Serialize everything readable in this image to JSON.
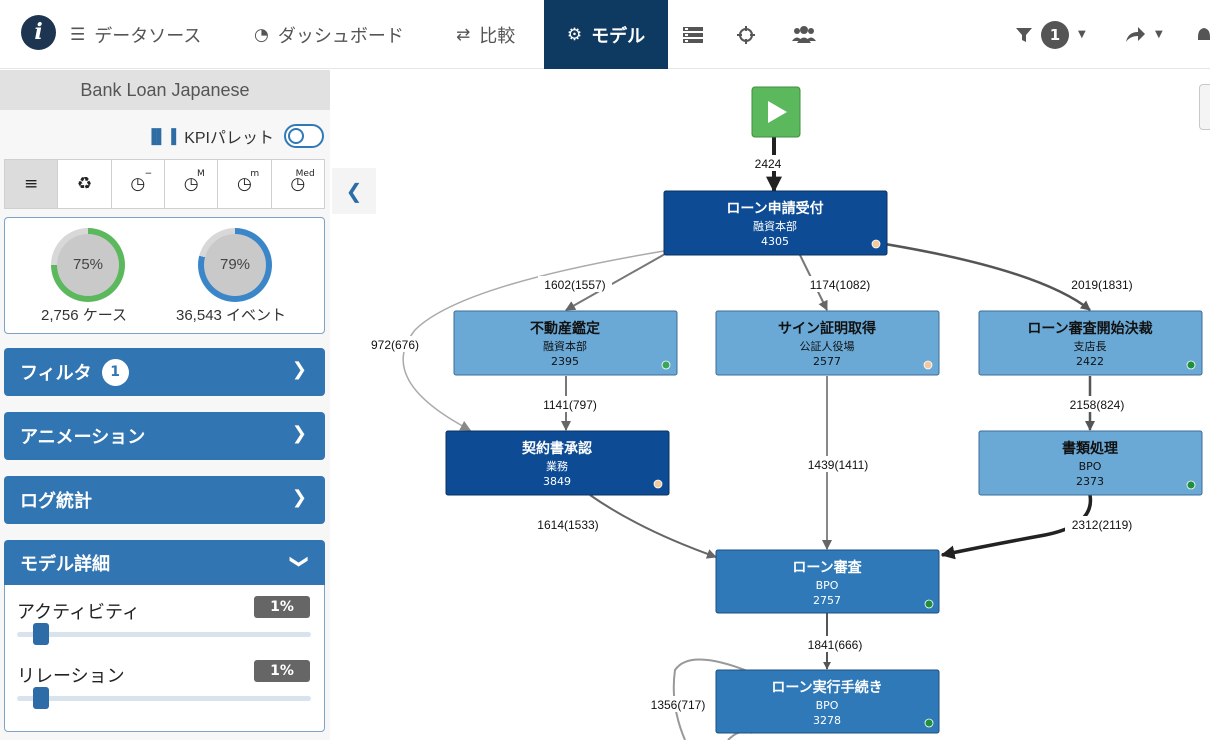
{
  "nav": {
    "logo": "i",
    "items": [
      {
        "label": "データソース",
        "icon": "database-icon",
        "glyph": "☰"
      },
      {
        "label": "ダッシュボード",
        "icon": "dashboard-icon",
        "glyph": "◔"
      },
      {
        "label": "比較",
        "icon": "compare-icon",
        "glyph": "⇄"
      },
      {
        "label": "モデル",
        "icon": "gears-icon",
        "glyph": "⚙"
      }
    ],
    "filter_count": "1"
  },
  "sidebar": {
    "project": "Bank Loan Japanese",
    "kpi_label": "KPIパレット",
    "metric_buttons": [
      "≡",
      "♻",
      "◷",
      "◷",
      "◷",
      "◷"
    ],
    "metric_sups": [
      "",
      "",
      "−",
      "M",
      "m",
      "Med"
    ],
    "stats": [
      {
        "percent": "75%",
        "label": "2,756 ケース",
        "value": 75,
        "color": "#5cb85c"
      },
      {
        "percent": "79%",
        "label": "36,543 イベント",
        "value": 79,
        "color": "#3a86c8"
      }
    ],
    "panels": {
      "filter": "フィルタ",
      "filter_badge": "1",
      "animation": "アニメーション",
      "log_stats": "ログ統計",
      "model_detail": "モデル詳細"
    },
    "sliders": [
      {
        "label": "アクティビティ",
        "value": "1%"
      },
      {
        "label": "リレーション",
        "value": "1%"
      }
    ]
  },
  "process": {
    "start_count": "2424",
    "nodes": [
      {
        "id": "n1",
        "title": "ローン申請受付",
        "dept": "融資本部",
        "count": "4305",
        "dot": "#f0c9a0"
      },
      {
        "id": "n2",
        "title": "不動産鑑定",
        "dept": "融資本部",
        "count": "2395",
        "dot": "#3aa65c"
      },
      {
        "id": "n3",
        "title": "サイン証明取得",
        "dept": "公証人役場",
        "count": "2577",
        "dot": "#f0c9a0"
      },
      {
        "id": "n4",
        "title": "ローン審査開始決裁",
        "dept": "支店長",
        "count": "2422",
        "dot": "#1f8f3c"
      },
      {
        "id": "n5",
        "title": "契約書承認",
        "dept": "業務",
        "count": "3849",
        "dot": "#f0c9a0"
      },
      {
        "id": "n6",
        "title": "書類処理",
        "dept": "BPO",
        "count": "2373",
        "dot": "#1f8f3c"
      },
      {
        "id": "n7",
        "title": "ローン審査",
        "dept": "BPO",
        "count": "2757",
        "dot": "#1f8f3c"
      },
      {
        "id": "n8",
        "title": "ローン実行手続き",
        "dept": "BPO",
        "count": "3278",
        "dot": "#1f8f3c"
      }
    ],
    "edges": [
      "1602(1557)",
      "1174(1082)",
      "2019(1831)",
      "972(676)",
      "1141(797)",
      "2158(824)",
      "1439(1411)",
      "1614(1533)",
      "2312(2119)",
      "1841(666)",
      "1356(717)"
    ]
  }
}
